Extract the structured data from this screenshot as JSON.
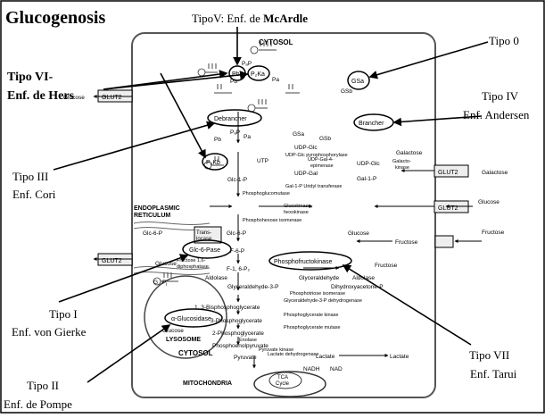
{
  "title": "Glucogenosis",
  "disease_labels": {
    "mcardle_prefix": "TipoV: Enf. de ",
    "mcardle_name": "McArdle",
    "tipo0": "Tipo 0",
    "hers_line1": "Tipo VI-",
    "hers_line2": "Enf. de Hers",
    "tipo4_line1": "Tipo IV",
    "tipo4_line2": "Enf. Andersen",
    "tipo3_line1": "Tipo III",
    "tipo3_line2": "Enf. Cori",
    "tipo1_line1": "Tipo I",
    "tipo1_line2": "Enf. von Gierke",
    "tipo2_line1": "Tipo  II",
    "tipo2_line2": "Enf. de Pompe",
    "tipo7_line1": "Tipo  VII",
    "tipo7_line2": "Enf. Tarui"
  },
  "compartments": {
    "cytosol_top": "CYTOSOL",
    "cytosol_bottom": "CYTOSOL",
    "er_line1": "ENDOPLASMIC",
    "er_line2": "RETICULUM",
    "lysosome": "LYSOSOME",
    "mitochondria": "MITOCHONDRIA",
    "tca_line1": "TCA",
    "tca_line2": "Cycle"
  },
  "transporters": {
    "glut2_left_top": "GLUT2",
    "glut2_left_bottom": "GLUT2",
    "glut2_right_top": "GLUT2",
    "glut2_right_mid": "GLUT2"
  },
  "enzymes": {
    "pb_ellipse": "Pb",
    "pbka": "P₂Ka",
    "gsa": "GSa",
    "debrancher": "Debrancher",
    "brancher": "Brancher",
    "pbkb": "P₂Kb",
    "translocase_line1": "Trans-",
    "translocase_line2": "locase",
    "g6pase": "Glc-6-Pase",
    "pfk": "Phosphofructokinase",
    "glucosidase": "α-Glucosidase"
  },
  "metabolites": {
    "glucose_left_top": "Glucose",
    "glucose_left_bottom": "Glucose",
    "p_i": "P",
    "pi_sub": "i",
    "galactose": "Galactose",
    "glucose_right": "Glucose",
    "fructose_right": "Fructose",
    "fructose_out": "Fructose",
    "glucose_lysosome": "Glucose",
    "lactate_out": "Lactate",
    "lactate_in": "Lactate",
    "nadh": "NADH",
    "nad": "NAD",
    "utp": "UTP",
    "glc1p": "Glc-1-P",
    "glc6p_left": "Glc-6-P",
    "glc6p_center": "Glc-6-P",
    "f6p": "F-6-P",
    "f16p2": "F-1, 6-P₂",
    "udpglc": "UDP-Glc",
    "udpglc_right": "UDP-Glc",
    "udpgal": "UDP-Gal",
    "gal1p": "Gal-1-P",
    "ppi_label": "UDP-Glc pyrophosphorylase",
    "epimerase_line1": "UDP-Gal-4-",
    "epimerase_line2": "epimerase",
    "galactokinase_line1": "Galacto-",
    "galactokinase_line2": "kinase",
    "galactose_inner": "Galactose",
    "gal1p_uridyl": "Gal-1-P Uridyl transferase",
    "pgm": "Phosphoglucomutase",
    "glucokinase_line1": "Glucokinase,",
    "glucokinase_line2": "hexokinase",
    "phi": "Phosphohexose isomerase",
    "glucose_mid": "Glucose",
    "fructose_mid": "Fructose",
    "fbpase_line1": "Fructose 1,6-",
    "fbpase_line2": "diphosphatase",
    "aldolase_left": "Aldolase",
    "aldolase_right": "Aldolase",
    "glyceraldehyde": "Glyceraldehyde",
    "g3p": "Glyceraldehyde-3-P",
    "dhap": "Dihydroxyacetone-P",
    "tpi": "Phosphotriose isomerase",
    "g3pdh": "Glyceraldehyde-3-P dehydrogenase",
    "bpg": "1, 3-Bisphosphoglycerate",
    "pgk": "Phosphoglycerate kinase",
    "pg3": "3-Phosphoglycerate",
    "pgmut": "Phosphoglycerate mutase",
    "pg2": "2-Phosphoglycerate",
    "enolase": "Enolase",
    "pep": "Phosphoenolpyruvate",
    "pk": "Pyruvate kinase",
    "ldh": "Lactate dehydrogenase",
    "pyruvate": "Pyruvate",
    "pb_top": "Pb",
    "pa_top": "Pa",
    "pbp": "PₐP",
    "gsb": "GSb",
    "pa_mid": "Pa",
    "pb_mid": "Pb",
    "pakb": "PₐP",
    "gsa2": "GSa",
    "gsb2": "GSb",
    "g_letter": "G"
  }
}
